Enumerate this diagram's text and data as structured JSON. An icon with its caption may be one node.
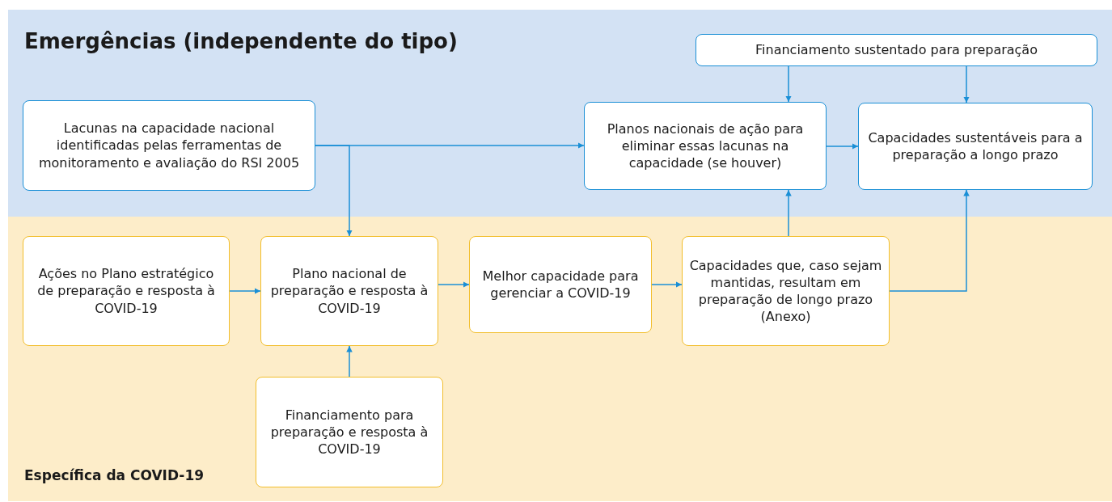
{
  "diagram": {
    "nodes": [
      {
        "text": [
          "Emergências (independente do tipo)"
        ]
      },
      {
        "text": [
          "Específica da COVID-19"
        ]
      },
      {
        "text": [
          "Financiamento sustentado para preparação"
        ],
        "in": 0
      },
      {
        "text": [
          "Lacunas na capacidade nacional identificadas pelas ferramentas de monitoramento e avaliação do RSI 2005"
        ],
        "in": 0
      },
      {
        "text": [
          "Planos nacionais de ação para eliminar essas lacunas na capacidade (se houver)"
        ],
        "in": 0
      },
      {
        "text": [
          "Capacidades sustentáveis para a preparação a longo prazo"
        ],
        "in": 0
      },
      {
        "text": [
          "Ações no Plano estratégico de preparação e resposta à COVID-19"
        ],
        "in": 1
      },
      {
        "text": [
          "Plano nacional de preparação e resposta à COVID-19"
        ],
        "in": 1
      },
      {
        "text": [
          "Melhor capacidade para gerenciar a COVID-19"
        ],
        "in": 1
      },
      {
        "text": [
          "Capacidades que, caso sejam mantidas, resultam em preparação de longo prazo (Anexo)"
        ],
        "in": 1
      },
      {
        "text": [
          "Financiamento para preparação e resposta à COVID-19"
        ],
        "in": 1
      }
    ],
    "edges": [
      {
        "from": 3,
        "to": 4,
        "arrow": "to"
      },
      {
        "from": 3,
        "to": 7,
        "arrow": "to"
      },
      {
        "from": 2,
        "to": 4,
        "arrow": "to"
      },
      {
        "from": 2,
        "to": 5,
        "arrow": "to"
      },
      {
        "from": 4,
        "to": 5,
        "arrow": "to"
      },
      {
        "from": 6,
        "to": 7,
        "arrow": "to"
      },
      {
        "from": 7,
        "to": 8,
        "arrow": "to"
      },
      {
        "from": 8,
        "to": 9,
        "arrow": "to"
      },
      {
        "from": 9,
        "to": 4,
        "arrow": "to"
      },
      {
        "from": 9,
        "to": 5,
        "arrow": "to"
      },
      {
        "from": 10,
        "to": 7,
        "arrow": "to"
      }
    ]
  }
}
